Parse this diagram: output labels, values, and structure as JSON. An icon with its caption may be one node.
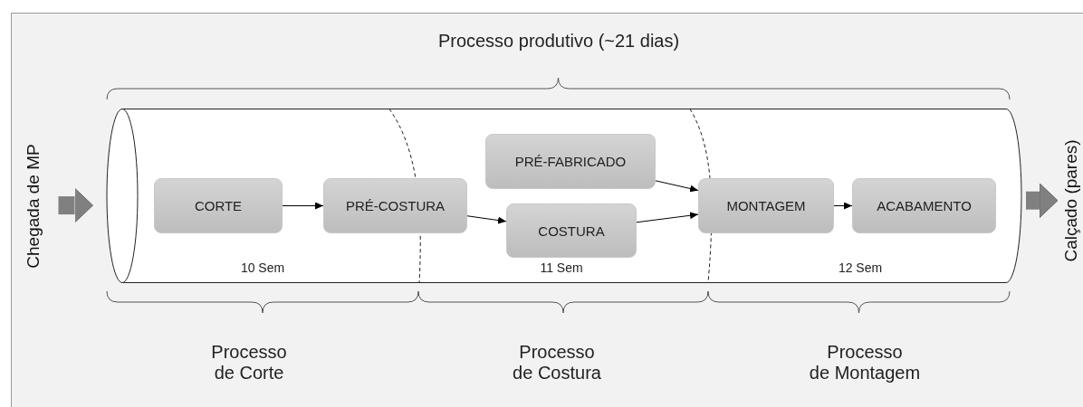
{
  "diagram": {
    "nodes": [
      {
        "text": [
          "Chegada de MP"
        ]
      },
      {
        "text": [],
        "shape": "cylinder"
      },
      {
        "text": [
          "CORTE"
        ],
        "in": 1
      },
      {
        "text": [
          "PRÉ-COSTURA"
        ],
        "in": 1
      },
      {
        "text": [
          "PRÉ-FABRICADO"
        ],
        "in": 1
      },
      {
        "text": [
          "COSTURA"
        ],
        "in": 1
      },
      {
        "text": [
          "MONTAGEM"
        ],
        "in": 1
      },
      {
        "text": [
          "ACABAMENTO"
        ],
        "in": 1
      },
      {
        "text": [
          "Calçado (pares)"
        ]
      }
    ],
    "edges": [
      {
        "from": 0,
        "to": 1,
        "arrow": "to",
        "style": "thick",
        "color": "#808080"
      },
      {
        "from": 2,
        "to": 3,
        "arrow": "to"
      },
      {
        "from": 3,
        "to": 5,
        "arrow": "to"
      },
      {
        "from": 4,
        "to": 6,
        "arrow": "to"
      },
      {
        "from": 5,
        "to": 6,
        "arrow": "to"
      },
      {
        "from": 6,
        "to": 7,
        "arrow": "to"
      },
      {
        "from": 1,
        "to": 8,
        "arrow": "to",
        "style": "thick",
        "color": "#808080"
      }
    ],
    "labels": [
      "Processo produtivo (~21 dias)",
      "10 Sem",
      "11 Sem",
      "12 Sem",
      "Processo de Corte",
      "Processo de Costura",
      "Processo de Montagem"
    ]
  }
}
